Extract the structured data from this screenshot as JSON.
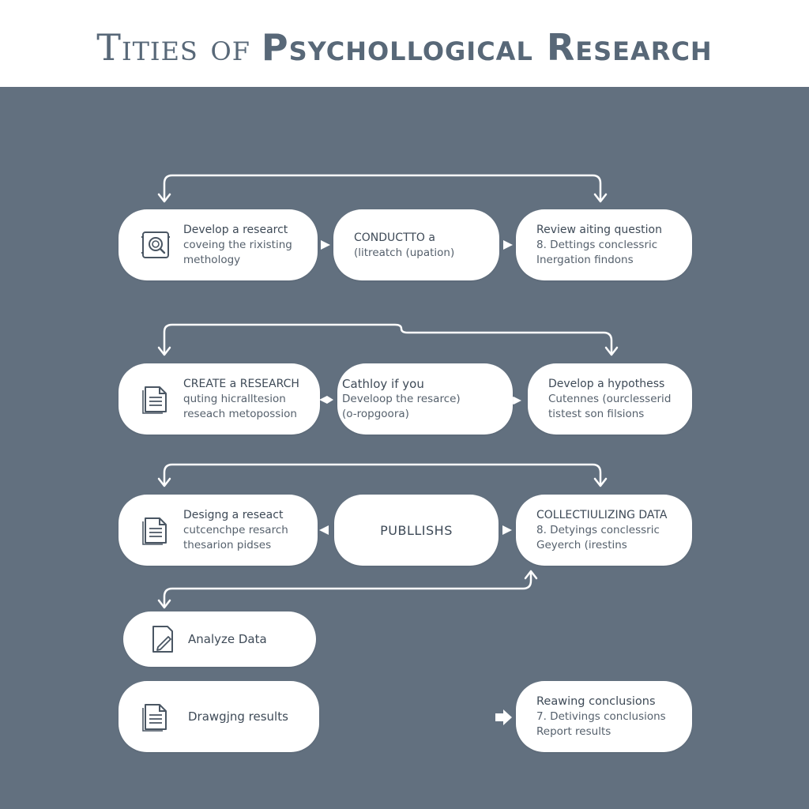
{
  "title": {
    "part1": "Tities of",
    "part2": "Psychollogical Research"
  },
  "colors": {
    "background": "#62707f",
    "card": "#ffffff",
    "title": "#586878",
    "line": "#ffffff"
  },
  "nodes": {
    "r1c1": {
      "icon": "magnifier-document-icon",
      "line1": "Develop a researct",
      "line2": "coveing the rixisting",
      "line3": "methology"
    },
    "r1c2": {
      "line1": "CONDUCTTO a",
      "line2": "(litreatch (upation)"
    },
    "r1c3": {
      "line1": "Review aiting question",
      "line2": "8. Dettings conclessric",
      "line3": "Inergation findons"
    },
    "r2c1": {
      "icon": "document-icon",
      "line1": "CREATE a RESEARCH",
      "line2": "quting hicralltesion",
      "line3": "reseach metopossion"
    },
    "r2c2": {
      "line1": "Cathloy if you",
      "line2": "Develoop the resarce)",
      "line3": "(o-ropgoora)"
    },
    "r2c3": {
      "line1": "Develop a hypothess",
      "line2": "Cutennes (ourclesserid",
      "line3": "tistest son filsions"
    },
    "r3c1": {
      "icon": "document-icon",
      "line1": "Designg a reseact",
      "line2": "cutcenchpe resarch",
      "line3": "thesarion pidses"
    },
    "r3c2": {
      "line1": "PUBLLISHS"
    },
    "r3c3": {
      "line1": "COLLECTIULIZING DATA",
      "line2": "8. Detyings conclessric",
      "line3": "Geyerch (irestins"
    },
    "r4c1": {
      "icon": "pen-document-icon",
      "line1": "Analyze Data"
    },
    "r5c1": {
      "icon": "document-icon",
      "line1": "Drawgjng results"
    },
    "r5c3": {
      "line1": "Reawing conclusions",
      "line2": "7. Detivings conclusions",
      "line3": "Report results"
    }
  }
}
